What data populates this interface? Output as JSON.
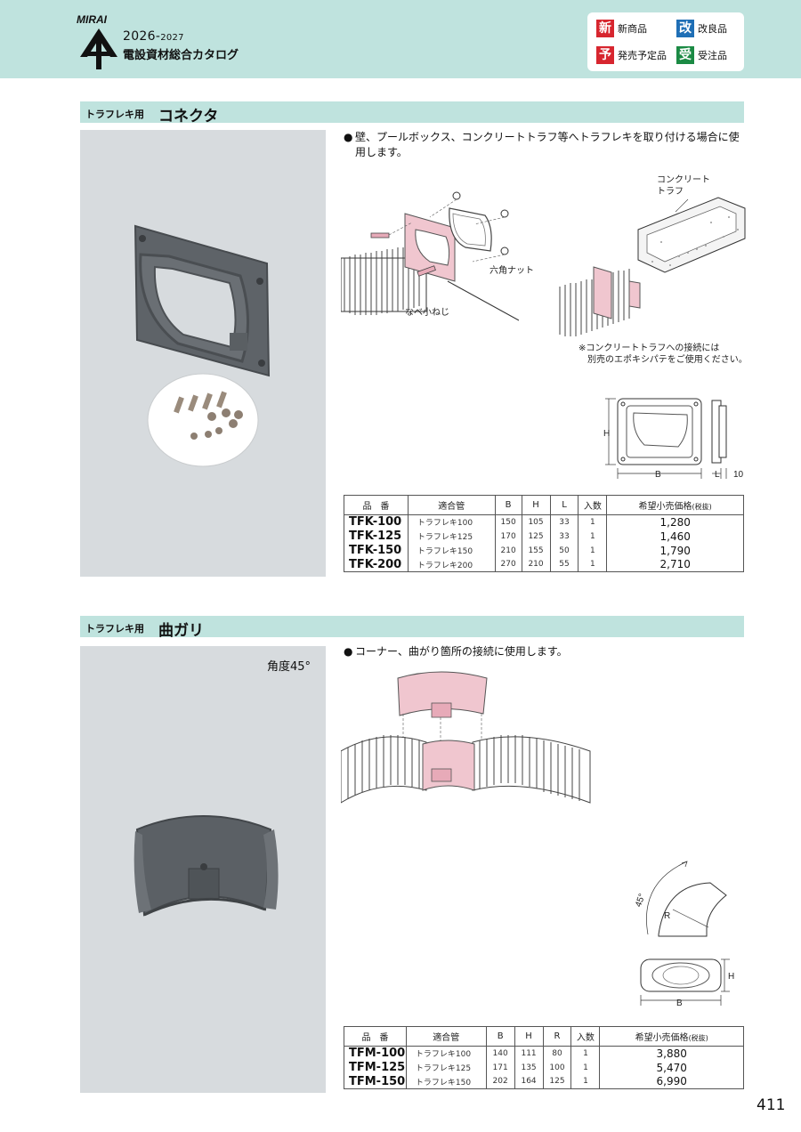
{
  "header": {
    "logo_text": "MIRAI",
    "year_main": "2026-",
    "year_sub": "2027",
    "catalog_title": "電設資材総合カタログ",
    "colors": {
      "band": "#bfe3de",
      "badge_red": "#d7262f",
      "badge_blue": "#1f6fb6",
      "badge_green": "#1b8a44"
    },
    "legend": [
      {
        "badge": "新",
        "label": "新商品"
      },
      {
        "badge": "改",
        "label": "改良品"
      },
      {
        "badge": "予",
        "label": "発売予定品"
      },
      {
        "badge": "受",
        "label": "受注品"
      }
    ]
  },
  "section1": {
    "prefix": "トラフレキ用",
    "title": "コネクタ",
    "description": "壁、プールボックス、コンクリートトラフ等へトラフレキを取り付ける場合に使用します。",
    "bullet": "●",
    "labels": {
      "hex_nut": "六角ナット",
      "pan_screw": "なべ小ねじ",
      "trough_line1": "コンクリート",
      "trough_line2": "トラフ",
      "note_line1": "※コンクリートトラフへの接続には",
      "note_line2": "別売のエポキシパテをご使用ください。",
      "dim_h": "H",
      "dim_b": "B",
      "dim_l": "L",
      "dim_10": "10"
    },
    "table": {
      "headers": [
        "品　番",
        "適合管",
        "B",
        "H",
        "L",
        "入数",
        "希望小売価格"
      ],
      "price_note": "(税抜)",
      "rows": [
        {
          "code": "TFK-100",
          "pipe": "トラフレキ100",
          "b": "150",
          "h": "105",
          "l": "33",
          "qty": "1",
          "price": "1,280"
        },
        {
          "code": "TFK-125",
          "pipe": "トラフレキ125",
          "b": "170",
          "h": "125",
          "l": "33",
          "qty": "1",
          "price": "1,460"
        },
        {
          "code": "TFK-150",
          "pipe": "トラフレキ150",
          "b": "210",
          "h": "155",
          "l": "50",
          "qty": "1",
          "price": "1,790"
        },
        {
          "code": "TFK-200",
          "pipe": "トラフレキ200",
          "b": "270",
          "h": "210",
          "l": "55",
          "qty": "1",
          "price": "2,710"
        }
      ]
    }
  },
  "section2": {
    "prefix": "トラフレキ用",
    "title": "曲ガリ",
    "angle": "角度45°",
    "description": "コーナー、曲がり箇所の接続に使用します。",
    "bullet": "●",
    "labels": {
      "dim_45": "45°",
      "dim_r": "R",
      "dim_h": "H",
      "dim_b": "B"
    },
    "table": {
      "headers": [
        "品　番",
        "適合管",
        "B",
        "H",
        "R",
        "入数",
        "希望小売価格"
      ],
      "price_note": "(税抜)",
      "rows": [
        {
          "code": "TFM-100",
          "pipe": "トラフレキ100",
          "b": "140",
          "h": "111",
          "l": "80",
          "qty": "1",
          "price": "3,880"
        },
        {
          "code": "TFM-125",
          "pipe": "トラフレキ125",
          "b": "171",
          "h": "135",
          "l": "100",
          "qty": "1",
          "price": "5,470"
        },
        {
          "code": "TFM-150",
          "pipe": "トラフレキ150",
          "b": "202",
          "h": "164",
          "l": "125",
          "qty": "1",
          "price": "6,990"
        }
      ]
    }
  },
  "page_number": "411"
}
